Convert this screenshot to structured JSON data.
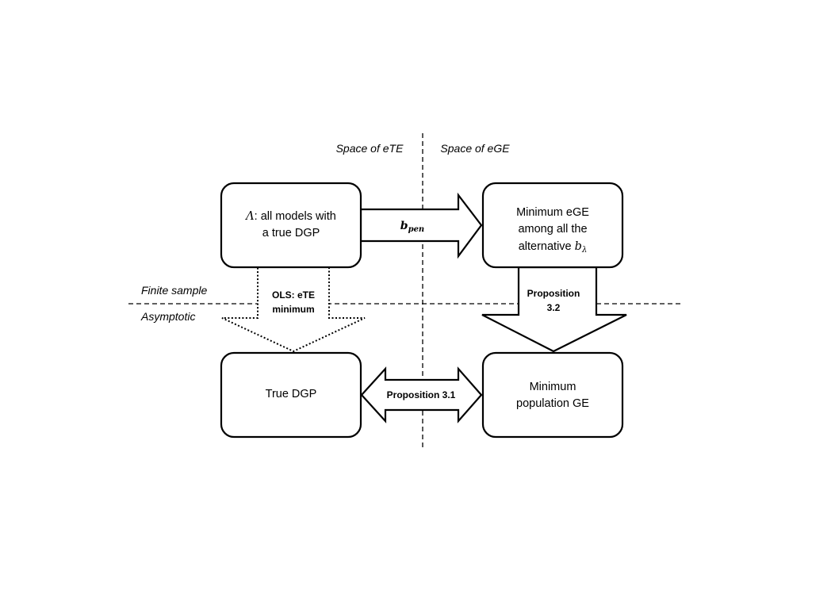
{
  "regions": {
    "left_space": "Space of eTE",
    "right_space": "Space of eGE",
    "finite_sample": "Finite sample",
    "asymptotic": "Asymptotic"
  },
  "boxes": {
    "all_models": {
      "symbol": "Λ",
      "line1_rest": ": all models with",
      "line2": "a true DGP"
    },
    "minimum_ege": {
      "line1": "Minimum eGE",
      "line2": "among all the",
      "line3_text": "alternative ",
      "line3_symbol": "b",
      "line3_subscript": "λ"
    },
    "true_dgp": {
      "label": "True DGP"
    },
    "minimum_population_ge": {
      "line1": "Minimum",
      "line2": "population GE"
    }
  },
  "arrows": {
    "b_pen": {
      "symbol": "b",
      "subscript": "pen"
    },
    "ols": {
      "line1": "OLS: eTE",
      "line2": "minimum"
    },
    "proposition_3_2": {
      "line1": "Proposition",
      "line2": "3.2"
    },
    "proposition_3_1": {
      "label": "Proposition 3.1"
    }
  }
}
